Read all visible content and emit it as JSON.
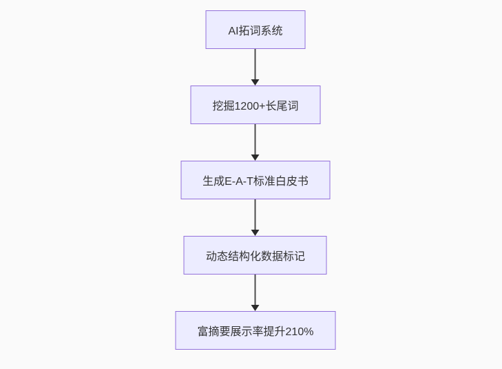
{
  "diagram": {
    "type": "flowchart",
    "direction": "top-down",
    "nodes": [
      {
        "id": "n1",
        "label": "AI拓词系统"
      },
      {
        "id": "n2",
        "label": "挖掘1200+长尾词"
      },
      {
        "id": "n3",
        "label": "生成E-A-T标准白皮书"
      },
      {
        "id": "n4",
        "label": "动态结构化数据标记"
      },
      {
        "id": "n5",
        "label": "富摘要展示率提升210%"
      }
    ],
    "edges": [
      {
        "from": "n1",
        "to": "n2"
      },
      {
        "from": "n2",
        "to": "n3"
      },
      {
        "from": "n3",
        "to": "n4"
      },
      {
        "from": "n4",
        "to": "n5"
      }
    ],
    "colors": {
      "background": "#fafafa",
      "node_fill": "#ececff",
      "node_border": "#9370db",
      "text": "#333333",
      "edge_line": "#4d4d4d",
      "arrowhead": "#2b2b2b"
    }
  }
}
